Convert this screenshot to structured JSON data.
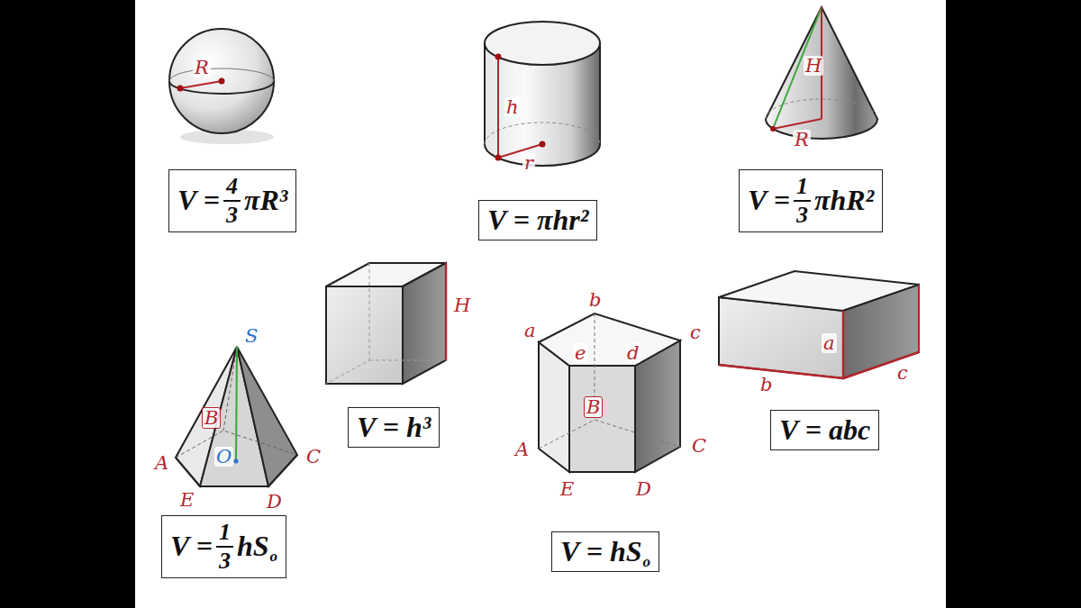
{
  "diagram": {
    "nodes": [
      {
        "text": [
          "V =",
          "4",
          "3",
          "πR³"
        ]
      },
      {
        "text": [
          "V = πhr²"
        ]
      },
      {
        "text": [
          "V =",
          "1",
          "3",
          "πhR²"
        ]
      },
      {
        "text": [
          "V = h³"
        ]
      },
      {
        "text": [
          "V = abc"
        ]
      },
      {
        "text": [
          "V =",
          "1",
          "3",
          "hS",
          "o"
        ]
      },
      {
        "text": [
          "V = hS",
          "o"
        ]
      }
    ],
    "labels": [
      "R",
      "h",
      "r",
      "H",
      "R",
      "H",
      "S",
      "B",
      "O",
      "A",
      "E",
      "D",
      "C",
      "a",
      "b",
      "c",
      "e",
      "d",
      "B",
      "A",
      "C",
      "E",
      "D",
      "a",
      "b",
      "c"
    ]
  }
}
